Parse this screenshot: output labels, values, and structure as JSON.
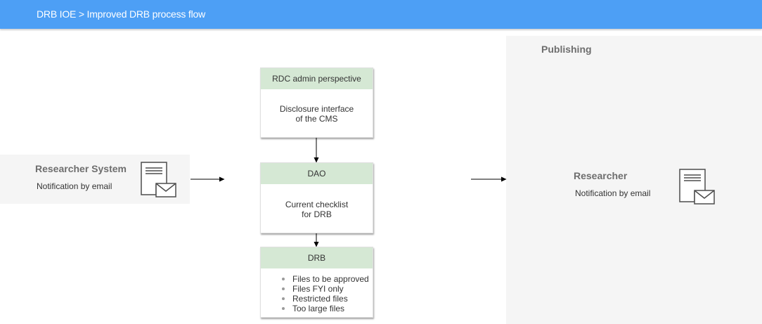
{
  "header": {
    "title": "DRB IOE > Improved DRB process flow"
  },
  "publishing": {
    "label": "Publishing",
    "actor": {
      "title": "Researcher",
      "subtitle": "Notification by email",
      "icon": "mail-document-icon"
    }
  },
  "researcher_system": {
    "title": "Researcher System",
    "subtitle": "Notification by email",
    "icon": "mail-document-icon"
  },
  "cards": {
    "rdc": {
      "header": "RDC admin perspective",
      "body_line1": "Disclosure interface",
      "body_line2": "of the CMS"
    },
    "dao": {
      "header": "DAO",
      "body_line1": "Current checklist",
      "body_line2": "for DRB"
    },
    "drb": {
      "header": "DRB",
      "items": [
        "Files to be approved",
        "Files FYI only",
        "Restricted files",
        "Too large files"
      ]
    }
  },
  "colors": {
    "header_bg": "#4d9ff5",
    "panel_bg": "#f5f5f5",
    "card_header_bg": "#d5e8d4",
    "label_gray": "#6e6e6e"
  }
}
